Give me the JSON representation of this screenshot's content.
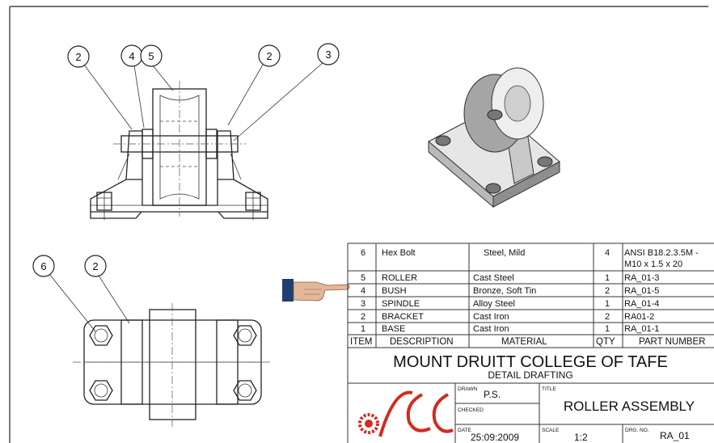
{
  "balloons": {
    "front_view": [
      "2",
      "4",
      "5",
      "2",
      "3"
    ],
    "plan_view": [
      "6",
      "2"
    ]
  },
  "parts_list": {
    "headers": {
      "item": "ITEM",
      "description": "DESCRIPTION",
      "material": "MATERIAL",
      "qty": "QTY",
      "part_number": "PART NUMBER"
    },
    "rows": [
      {
        "item": "6",
        "description": "Hex Bolt",
        "material": "Steel, Mild",
        "qty": "4",
        "part_number_line1": "ANSI B18.2.3.5M -",
        "part_number_line2": "M10 x 1.5 x 20"
      },
      {
        "item": "5",
        "description": "ROLLER",
        "material": "Cast Steel",
        "qty": "1",
        "part_number_line1": "RA_01-3",
        "part_number_line2": ""
      },
      {
        "item": "4",
        "description": "BUSH",
        "material": "Bronze, Soft Tin",
        "qty": "2",
        "part_number_line1": "RA_01-5",
        "part_number_line2": ""
      },
      {
        "item": "3",
        "description": "SPINDLE",
        "material": "Alloy Steel",
        "qty": "1",
        "part_number_line1": "RA_01-4",
        "part_number_line2": ""
      },
      {
        "item": "2",
        "description": "BRACKET",
        "material": "Cast Iron",
        "qty": "2",
        "part_number_line1": "RA01-2",
        "part_number_line2": ""
      },
      {
        "item": "1",
        "description": "BASE",
        "material": "Cast Iron",
        "qty": "1",
        "part_number_line1": "RA_01-1",
        "part_number_line2": ""
      }
    ]
  },
  "title_block": {
    "organisation": "MOUNT DRUITT COLLEGE OF TAFE",
    "department": "DETAIL DRAFTING",
    "drawn_label": "DRAWN",
    "drawn_value": "P.S.",
    "checked_label": "CHECKED",
    "date_label": "DATE",
    "date_value": "25:09:2009",
    "title_label": "TITLE",
    "title_value": "ROLLER ASSEMBLY",
    "scale_label": "SCALE",
    "scale_value": "1:2",
    "drg_no_label": "DRG. NO.",
    "drg_no_value": "RA_01"
  },
  "colors": {
    "pointer_sleeve": "#1f3f72",
    "pointer_hand": "#e3b79a",
    "logo_red": "#d22b1f"
  }
}
